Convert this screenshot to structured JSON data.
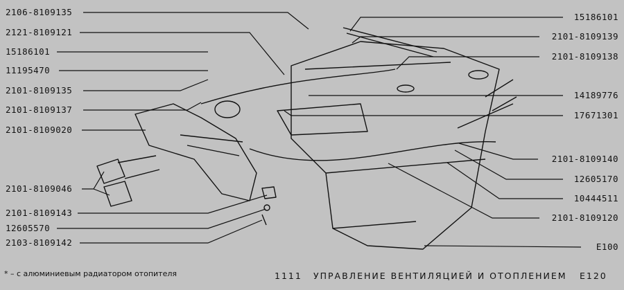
{
  "left_labels": [
    "2106-8109135",
    "2121-8109121",
    "15186101",
    "11195470",
    "2101-8109135",
    "2101-8109137",
    "2101-8109020",
    "2101-8109046",
    "2101-8109143",
    "12605570",
    "2103-8109142"
  ],
  "right_labels": [
    "15186101",
    "2101-8109139",
    "2101-8109138",
    "14189776",
    "17671301",
    "2101-8109140",
    "12605170",
    "10444511",
    "2101-8109120",
    "E100"
  ],
  "footer": {
    "note": "* – с алюминиевым радиатором отопителя",
    "page_number": "1111",
    "title": "УПРАВЛЕНИЕ ВЕНТИЛЯЦИЕЙ И ОТОПЛЕНИЕМ",
    "code": "E120"
  }
}
